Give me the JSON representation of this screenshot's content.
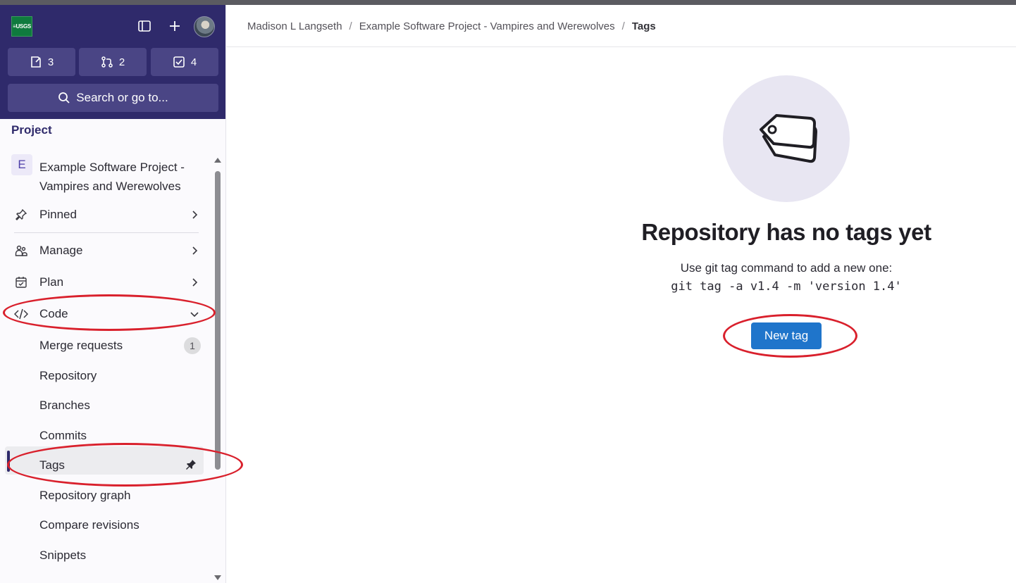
{
  "header": {
    "logo_text": "≡USGS",
    "counters": [
      {
        "icon": "issues-icon",
        "count": "3"
      },
      {
        "icon": "merge-request-icon",
        "count": "2"
      },
      {
        "icon": "todo-icon",
        "count": "4"
      }
    ],
    "search_label": "Search or go to..."
  },
  "sidebar": {
    "section_title": "Project",
    "project_badge": "E",
    "project_name": "Example Software Project - Vampires and Werewolves",
    "items": {
      "pinned": "Pinned",
      "manage": "Manage",
      "plan": "Plan",
      "code": "Code"
    },
    "code_subitems": {
      "merge_requests": "Merge requests",
      "merge_requests_count": "1",
      "repository": "Repository",
      "branches": "Branches",
      "commits": "Commits",
      "tags": "Tags",
      "repository_graph": "Repository graph",
      "compare_revisions": "Compare revisions",
      "snippets": "Snippets"
    }
  },
  "breadcrumb": {
    "user": "Madison L Langseth",
    "project": "Example Software Project - Vampires and Werewolves",
    "current": "Tags",
    "separator": "/"
  },
  "empty_state": {
    "title": "Repository has no tags yet",
    "description": "Use git tag command to add a new one:",
    "command": "git tag -a v1.4 -m 'version 1.4'",
    "button_label": "New tag"
  },
  "colors": {
    "header_bg": "#2f2a6b",
    "primary_button": "#1f75cb",
    "annotation_red": "#d9202c"
  }
}
